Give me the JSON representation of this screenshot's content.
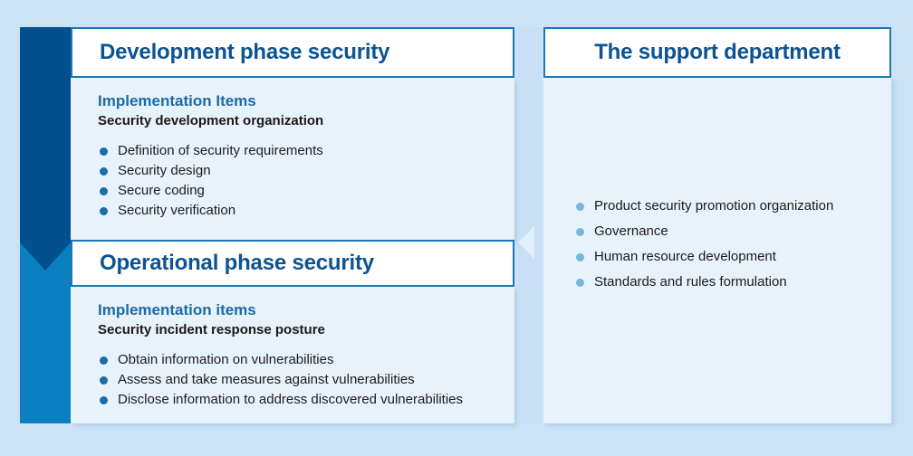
{
  "background_color": "#cbe3f7",
  "colors": {
    "dark_blue": "#03508f",
    "mid_blue": "#0a80c0",
    "title_blue": "#0b5393",
    "subhead_blue": "#1a6ba8",
    "panel_body": "#e8f2fb",
    "panel_border": "#1a79b8",
    "bullet_dark": "#1a6cab",
    "bullet_light": "#77b6dd",
    "connector": "#c8e0f5"
  },
  "flow": {
    "arrow_name": "down-arrow-indicator",
    "connector_name": "left-arrow-connector"
  },
  "left_column": {
    "panels": [
      {
        "title": "Development phase security",
        "subhead": "Implementation Items",
        "subhead_2": "Security development organization",
        "items": [
          "Definition of security requirements",
          "Security design",
          "Secure coding",
          "Security verification"
        ]
      },
      {
        "title": "Operational phase security",
        "subhead": "Implementation items",
        "subhead_2": "Security incident response posture",
        "items": [
          "Obtain information on vulnerabilities",
          "Assess and take measures against vulnerabilities",
          "Disclose information to address discovered vulnerabilities"
        ]
      }
    ]
  },
  "right_column": {
    "panel": {
      "title": "The support department",
      "items": [
        "Product security promotion organization",
        "Governance",
        "Human resource development",
        "Standards and rules formulation"
      ]
    }
  }
}
